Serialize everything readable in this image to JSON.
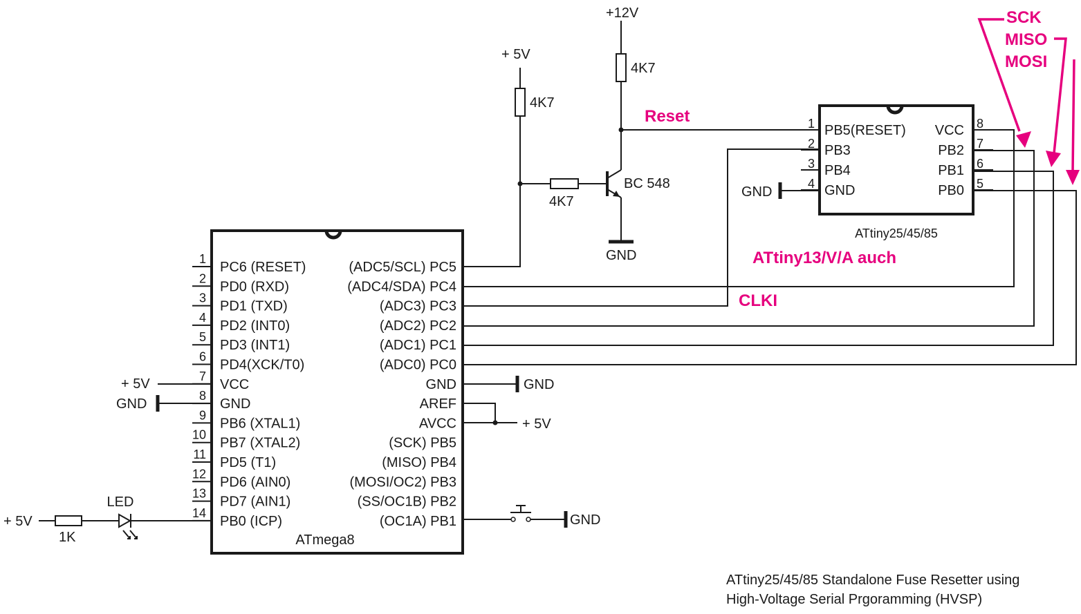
{
  "atmega8": {
    "name": "ATmega8",
    "left_pins": [
      {
        "num": "1",
        "label": "PC6 (RESET)"
      },
      {
        "num": "2",
        "label": "PD0 (RXD)"
      },
      {
        "num": "3",
        "label": "PD1 (TXD)"
      },
      {
        "num": "4",
        "label": "PD2 (INT0)"
      },
      {
        "num": "5",
        "label": "PD3 (INT1)"
      },
      {
        "num": "6",
        "label": "PD4(XCK/T0)"
      },
      {
        "num": "7",
        "label": "VCC"
      },
      {
        "num": "8",
        "label": "GND"
      },
      {
        "num": "9",
        "label": "PB6 (XTAL1)"
      },
      {
        "num": "10",
        "label": "PB7 (XTAL2)"
      },
      {
        "num": "11",
        "label": "PD5 (T1)"
      },
      {
        "num": "12",
        "label": "PD6 (AIN0)"
      },
      {
        "num": "13",
        "label": "PD7 (AIN1)"
      },
      {
        "num": "14",
        "label": "PB0 (ICP)"
      }
    ],
    "right_pins": [
      {
        "label": "(ADC5/SCL) PC5"
      },
      {
        "label": "(ADC4/SDA) PC4"
      },
      {
        "label": "(ADC3) PC3"
      },
      {
        "label": "(ADC2) PC2"
      },
      {
        "label": "(ADC1) PC1"
      },
      {
        "label": "(ADC0) PC0"
      },
      {
        "label": "GND"
      },
      {
        "label": "AREF"
      },
      {
        "label": "AVCC"
      },
      {
        "label": "(SCK) PB5"
      },
      {
        "label": "(MISO) PB4"
      },
      {
        "label": "(MOSI/OC2) PB3"
      },
      {
        "label": "(SS/OC1B) PB2"
      },
      {
        "label": "(OC1A) PB1"
      }
    ]
  },
  "attiny": {
    "name": "ATtiny25/45/85",
    "left_pins": [
      {
        "num": "1",
        "label": "PB5(RESET)"
      },
      {
        "num": "2",
        "label": "PB3"
      },
      {
        "num": "3",
        "label": "PB4"
      },
      {
        "num": "4",
        "label": "GND"
      }
    ],
    "right_pins": [
      {
        "num": "8",
        "label": "VCC"
      },
      {
        "num": "7",
        "label": "PB2"
      },
      {
        "num": "6",
        "label": "PB1"
      },
      {
        "num": "5",
        "label": "PB0"
      }
    ]
  },
  "components": {
    "r_base_pullup": "4K7",
    "r_collector": "4K7",
    "r_base": "4K7",
    "transistor": "BC 548",
    "r_led": "1K",
    "led": "LED"
  },
  "supplies": {
    "plus12": "+12V",
    "plus5_top": "+ 5V",
    "plus5_vcc": "+ 5V",
    "plus5_avcc": "+ 5V",
    "plus5_led": "+ 5V",
    "gnd_transistor": "GND",
    "gnd_pin8": "GND",
    "gnd_mega_right": "GND",
    "gnd_button": "GND",
    "gnd_tiny": "GND"
  },
  "annotations": {
    "reset": "Reset",
    "clki": "CLKI",
    "attiny13": "ATtiny13/V/A auch",
    "sck": "SCK",
    "miso": "MISO",
    "mosi": "MOSI"
  },
  "caption": {
    "line1": "ATtiny25/45/85 Standalone Fuse Resetter using",
    "line2": "High-Voltage Serial Prgoramming (HVSP)"
  },
  "colors": {
    "wire": "#1a1a1a",
    "annotation": "#e6007e",
    "background": "#ffffff"
  }
}
